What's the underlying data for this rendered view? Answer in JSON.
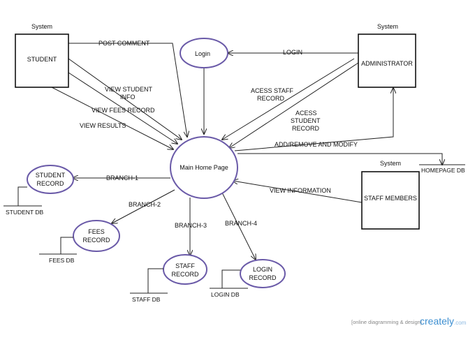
{
  "systems": {
    "student": {
      "caption": "System",
      "label": "STUDENT"
    },
    "administrator": {
      "caption": "System",
      "label": "ADMINISTRATOR"
    },
    "staff_members": {
      "caption": "System",
      "label": "STAFF MEMBERS"
    }
  },
  "processes": {
    "login": "Login",
    "main": "Main Home Page",
    "student_record": [
      "STUDENT",
      "RECORD"
    ],
    "fees_record": [
      "FEES",
      "RECORD"
    ],
    "staff_record": [
      "STAFF",
      "RECORD"
    ],
    "login_record": [
      "LOGIN",
      "RECORD"
    ]
  },
  "stores": {
    "student_db": "STUDENT DB",
    "fees_db": "FEES DB",
    "staff_db": "STAFF DB",
    "login_db": "LOGIN DB",
    "homepage_db": "HOMEPAGE DB"
  },
  "flows": {
    "post_comment": "POST COMMENT",
    "view_student_info": [
      "VIEW STUDENT",
      "INFO"
    ],
    "view_fees_record": "VIEW FEES RECORD",
    "view_results": "VIEW RESULTS",
    "login": "LOGIN",
    "acess_staff_record": [
      "ACESS STAFF",
      "RECORD"
    ],
    "acess_student_record": [
      "ACESS",
      "STUDENT",
      "RECORD"
    ],
    "add_remove_modify": "ADD/REMOVE AND MODIFY",
    "view_information": "VIEW INFORMATION",
    "branch_1": "BRANCH-1",
    "branch_2": "BRANCH-2",
    "branch_3": "BRANCH-3",
    "branch_4": "BRANCH-4"
  },
  "branding": {
    "tagline": "[online diagramming & design]",
    "name": "creately",
    "suffix": ".com"
  }
}
